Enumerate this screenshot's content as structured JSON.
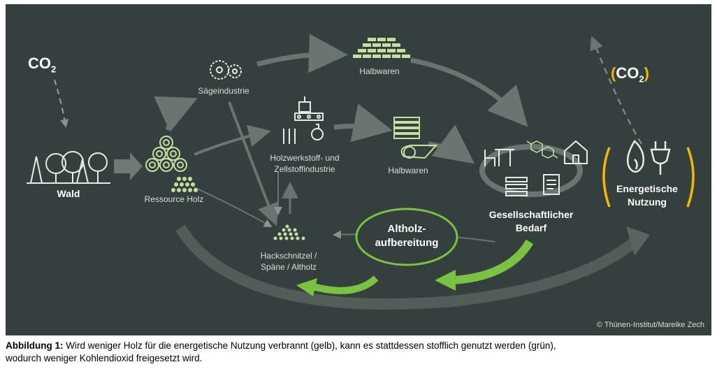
{
  "figure": {
    "co2_left": "CO",
    "co2_left_sub": "2",
    "co2_right": "CO",
    "co2_right_sub": "2",
    "nodes": {
      "wald": "Wald",
      "ressource_holz": "Ressource Holz",
      "saegeindustrie": "Sägeindustrie",
      "halbwaren_top": "Halbwaren",
      "holzwerkstoff_line1": "Holzwerkstoff- und",
      "holzwerkstoff_line2": "Zellstoffindustrie",
      "halbwaren_mid": "Halbwaren",
      "gesellschaft_line1": "Gesellschaftlicher",
      "gesellschaft_line2": "Bedarf",
      "energetische_line1": "Energetische",
      "energetische_line2": "Nutzung",
      "altholz_line1": "Altholz-",
      "altholz_line2": "aufbereitung",
      "hack_line1": "Hackschnitzel /",
      "hack_line2": "Späne / Altholz"
    },
    "credit": "© Thünen-Institut/Mareike Zech",
    "colors": {
      "background": "#34403e",
      "green": "#7cc242",
      "yellow": "#f2b705",
      "icon_green": "#c5dea2"
    }
  },
  "caption": {
    "label": "Abbildung 1:",
    "text_line1": " Wird weniger Holz für die energetische Nutzung verbrannt (gelb), kann es stattdessen stofflich genutzt werden (grün),",
    "text_line2": "wodurch weniger Kohlendioxid freigesetzt wird."
  }
}
